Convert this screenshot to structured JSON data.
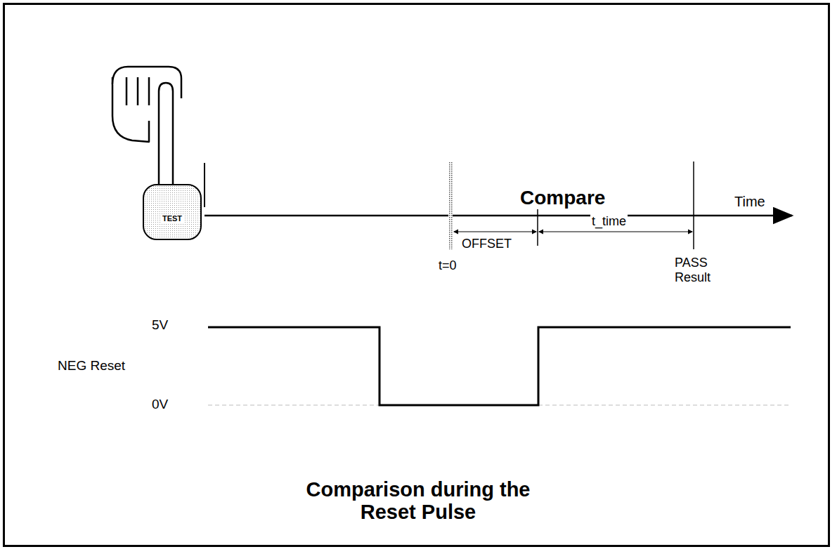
{
  "diagram": {
    "caption": "Comparison during the Reset Pulse",
    "nodes": [
      {
        "text": [
          "TEST"
        ]
      }
    ],
    "labels": [
      "Compare",
      "Time",
      "OFFSET",
      "t_time",
      "t=0",
      "PASS Result",
      "5V",
      "0V",
      "NEG Reset"
    ]
  }
}
